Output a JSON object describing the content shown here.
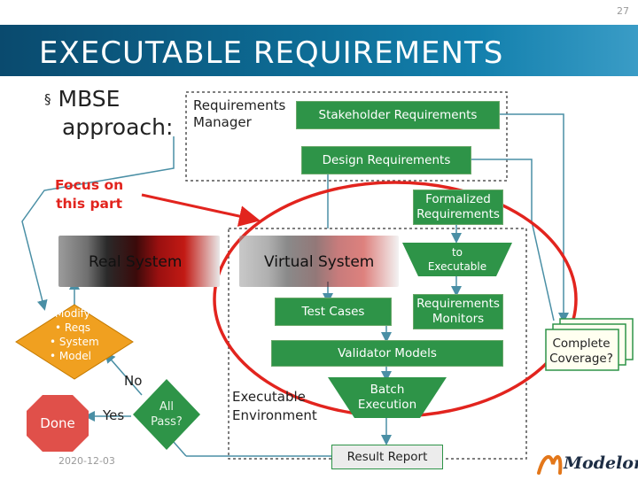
{
  "page_number": "27",
  "title": "EXECUTABLE REQUIREMENTS",
  "bullet": {
    "marker": "§",
    "line1": "MBSE",
    "line2": "approach:"
  },
  "requirements_manager": {
    "line1": "Requirements",
    "line2": "Manager"
  },
  "stakeholder_requirements": "Stakeholder Requirements",
  "design_requirements": "Design Requirements",
  "formalized_requirements": {
    "line1": "Formalized",
    "line2": "Requirements"
  },
  "focus": {
    "line1": "Focus on",
    "line2": "this part"
  },
  "real_system": "Real System",
  "virtual_system": "Virtual System",
  "to_executable": {
    "line1": "to",
    "line2": "Executable"
  },
  "test_cases": "Test Cases",
  "requirements_monitors": {
    "line1": "Requirements",
    "line2": "Monitors"
  },
  "validator_models": "Validator Models",
  "batch_execution": {
    "line1": "Batch",
    "line2": "Execution"
  },
  "executable_environment": {
    "line1": "Executable",
    "line2": "Environment"
  },
  "result_report": "Result Report",
  "modify": {
    "title": "Modify",
    "items": [
      "Reqs",
      "System",
      "Model"
    ]
  },
  "no_label": "No",
  "yes_label": "Yes",
  "done": "Done",
  "all_pass": {
    "line1": "All",
    "line2": "Pass?"
  },
  "complete_coverage": {
    "line1": "Complete",
    "line2": "Coverage?"
  },
  "date": "2020-12-03",
  "logo_text": "Modelon",
  "colors": {
    "banner": "#0d6a93",
    "green": "#2e9448",
    "orange": "#f0a020",
    "stop": "#e0504a",
    "focus_red": "#e2241e",
    "coverage": "#fffff0"
  }
}
